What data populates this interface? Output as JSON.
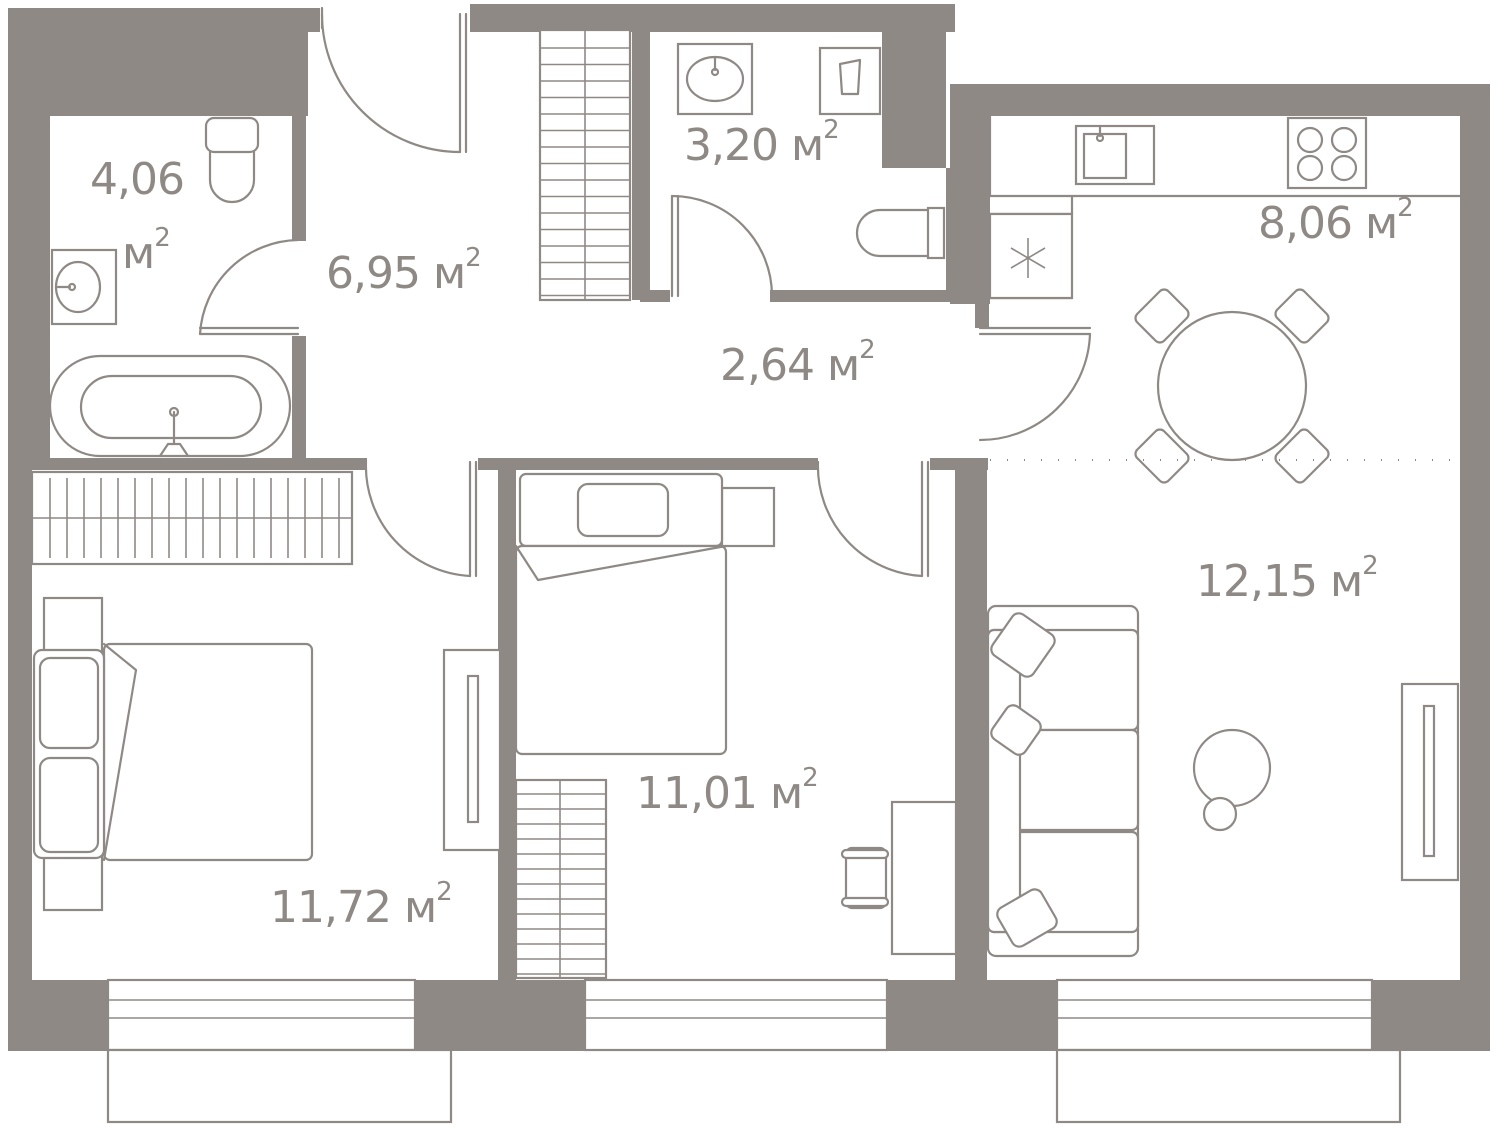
{
  "plan": {
    "colors": {
      "wall": "#8f8985",
      "line": "#8f8985",
      "background": "#ffffff"
    },
    "rooms": [
      {
        "id": "bathroom",
        "value": "4,06",
        "unit": "м",
        "sup": "2"
      },
      {
        "id": "hall",
        "value": "6,95",
        "unit": "м",
        "sup": "2"
      },
      {
        "id": "wc",
        "value": "3,20",
        "unit": "м",
        "sup": "2"
      },
      {
        "id": "corridor",
        "value": "2,64",
        "unit": "м",
        "sup": "2"
      },
      {
        "id": "kitchen",
        "value": "8,06",
        "unit": "м",
        "sup": "2"
      },
      {
        "id": "living",
        "value": "12,15",
        "unit": "м",
        "sup": "2"
      },
      {
        "id": "bedroom-1",
        "value": "11,72",
        "unit": "м",
        "sup": "2"
      },
      {
        "id": "bedroom-2",
        "value": "11,01",
        "unit": "м",
        "sup": "2"
      }
    ],
    "icons": [
      "toilet-icon",
      "sink-icon",
      "bathtub-icon",
      "stove-icon",
      "fridge-icon",
      "bed-icon",
      "sofa-icon",
      "dining-table-icon",
      "desk-icon",
      "wardrobe-icon",
      "door-icon",
      "window-icon",
      "tv-stand-icon",
      "armchair-icon"
    ]
  }
}
